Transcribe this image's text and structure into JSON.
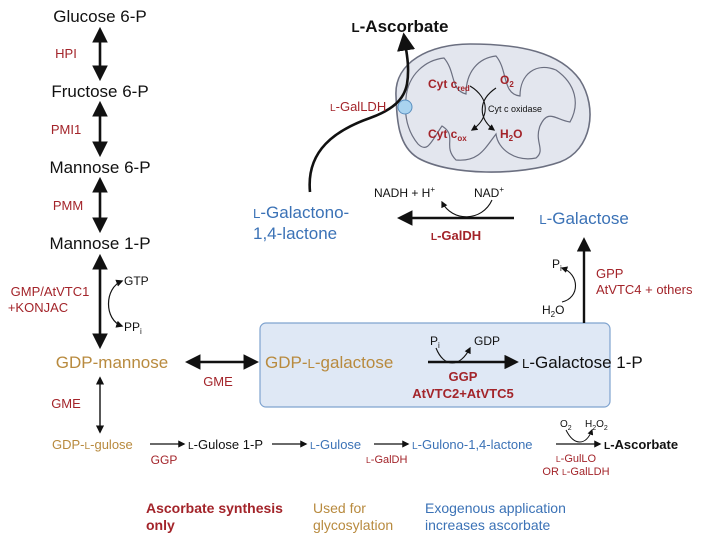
{
  "colors": {
    "black": "#111111",
    "red": "#a3242a",
    "gold": "#b88a3e",
    "blue": "#3b72b6",
    "box_fill": "#dfe8f5",
    "box_stroke": "#7fa3cf",
    "mito_fill": "#e3e6ee",
    "mito_stroke": "#6b6f80",
    "transporter": "#a9d3ef"
  },
  "main_pathway": {
    "glucose6p": "Glucose 6-P",
    "hpi": "HPI",
    "fructose6p": "Fructose 6-P",
    "pmi1": "PMI1",
    "mannose6p": "Mannose 6-P",
    "pmm": "PMM",
    "mannose1p": "Mannose 1-P",
    "gmp_line1": "GMP/AtVTC1",
    "gmp_line2": "+KONJAC",
    "gtp": "GTP",
    "pp": "PP",
    "pp_sub": "i",
    "gdp_mannose": "GDP-mannose",
    "gme_horizontal": "GME",
    "gme_vertical": "GME"
  },
  "box": {
    "gdp_l": "GDP-",
    "gdp_l_small": "L",
    "gdp_galactose": "-galactose",
    "pi": "P",
    "pi_sub": "i",
    "gdp": "GDP",
    "l_small": "L",
    "galactose1p": "-Galactose 1-P",
    "ggp": "GGP",
    "vtc25": "AtVTC2+AtVTC5"
  },
  "right_branch": {
    "pi": "P",
    "pi_sub": "i",
    "h2o": "H",
    "h2o_sub": "2",
    "h2o_end": "O",
    "gpp": "GPP",
    "vtc4": "AtVTC4 + others",
    "l_small": "L",
    "galactose": "-Galactose"
  },
  "galdh_step": {
    "nadh": "NADH + H",
    "nadh_sup": "+",
    "nad": "NAD",
    "nad_sup": "+",
    "enzyme_l": "L",
    "enzyme": "-GalDH",
    "lactone_l": "L",
    "lactone_line1": "-Galactono-",
    "lactone_line2": "1,4-lactone"
  },
  "mitochondrion": {
    "ascorbate_l": "L",
    "ascorbate": "-Ascorbate",
    "gallddh_l": "L",
    "gallddh": "-GalLDH",
    "cyt": "Cyt c",
    "red_sub": "red",
    "ox_sub": "ox",
    "o2": "O",
    "o2_sub": "2",
    "h2o": "H",
    "h2o_sub": "2",
    "h2o_end": "O",
    "oxidase": "Cyt c oxidase"
  },
  "gulose_pathway": {
    "gdp_gulose_a": "GDP-",
    "gdp_gulose_l": "L",
    "gdp_gulose_b": "-gulose",
    "ggp": "GGP",
    "gulose1p_l": "L",
    "gulose1p": "-Gulose 1-P",
    "gulose_l": "L",
    "gulose": "-Gulose",
    "galdh_l": "L",
    "galdh": "-GalDH",
    "gulono_l": "L",
    "gulono": "-Gulono-1,4-lactone",
    "o2": "O",
    "o2_sub": "2",
    "h2o2": "H",
    "h2o2_sub1": "2",
    "h2o2_mid": "O",
    "h2o2_sub2": "2",
    "gullo_l": "L",
    "gullo": "-GulLO",
    "or_gal": "OR ",
    "or_gal_l": "L",
    "or_gal_end": "-GalLDH",
    "ascorbate_l": "L",
    "ascorbate": "-Ascorbate"
  },
  "legend": {
    "red_line1": "Ascorbate synthesis",
    "red_line2": "only",
    "gold_line1": "Used for",
    "gold_line2": "glycosylation",
    "blue_line1": "Exogenous application",
    "blue_line2": "increases ascorbate"
  }
}
